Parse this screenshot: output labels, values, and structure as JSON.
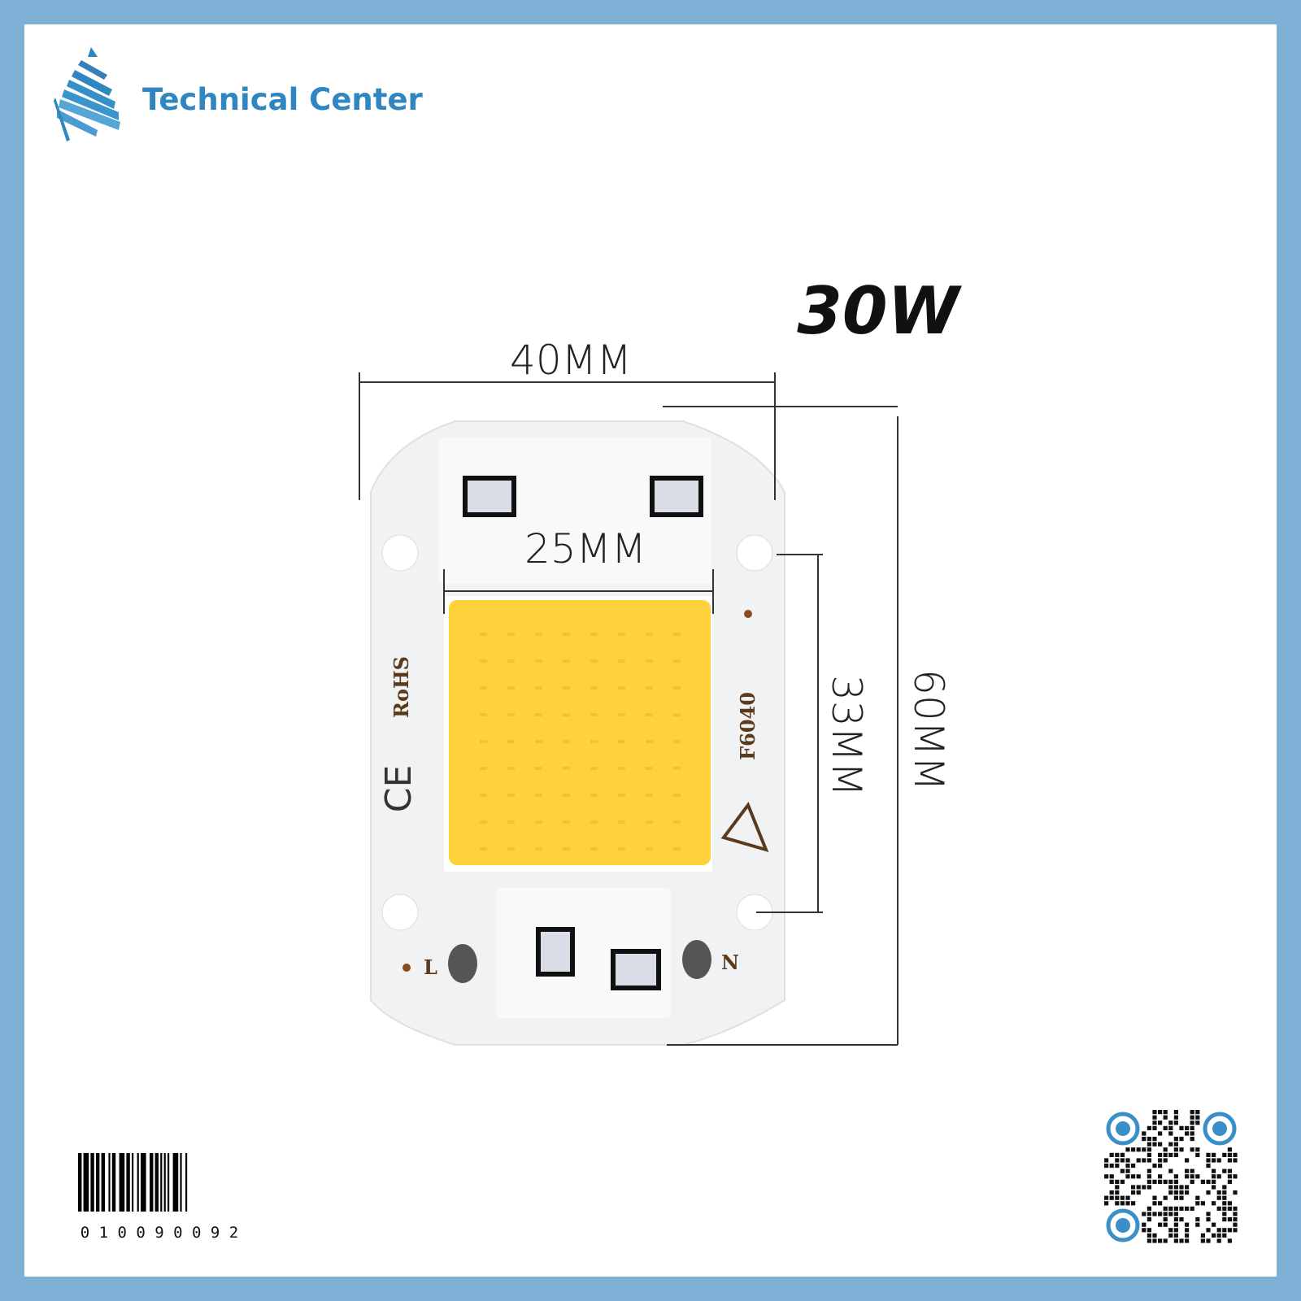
{
  "brand": {
    "name": "Technical Center",
    "color": "#2f86c0"
  },
  "product": {
    "wattage": "30W",
    "dimensions": {
      "width": "40MM",
      "height": "60MM",
      "hole_spacing": "33MM",
      "emitter_width": "25MM"
    },
    "chip_markings": {
      "rohs": "RoHS",
      "ce": "CE",
      "model": "F6040",
      "live": "L",
      "neutral": "N"
    },
    "emitter_color": "#ffd23c"
  },
  "barcode": {
    "number": "0 1 0 0 9 0 0 9 2"
  },
  "qr": {
    "accent": "#3a8fc8"
  }
}
